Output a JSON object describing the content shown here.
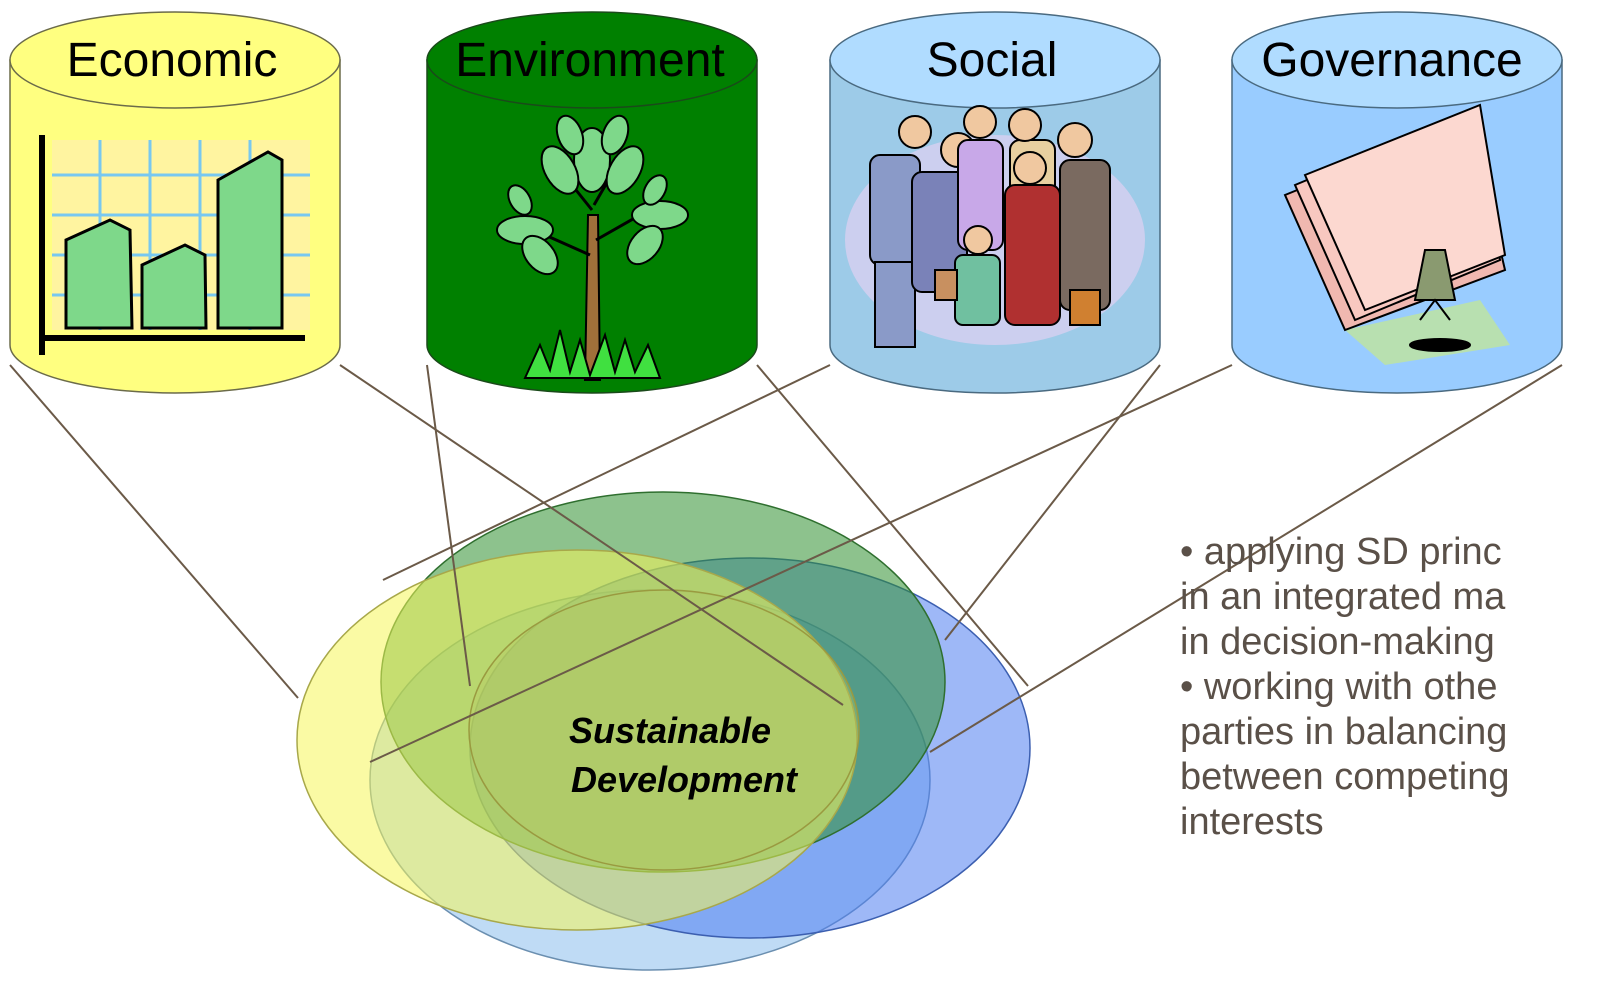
{
  "pillars": [
    {
      "label": "Economic",
      "color": "#ffff80"
    },
    {
      "label": "Environment",
      "color": "#008000"
    },
    {
      "label": "Social",
      "color": "#9dcbe8"
    },
    {
      "label": "Governance",
      "color": "#99ccff"
    }
  ],
  "center_label_line1": "Sustainable",
  "center_label_line2": "Development",
  "notes": {
    "line1": "• applying SD princ",
    "line2": "in an integrated ma",
    "line3": "in decision-making",
    "line4": "• working with othe",
    "line5": "parties in balancing",
    "line6": "between competing",
    "line7": "interests"
  },
  "colors": {
    "connector": "#6b5a48",
    "venn_yellow": "#f5f55a",
    "venn_green": "#3d9a3d",
    "venn_blue": "#4f7df0",
    "venn_lightblue": "#9dc8f0",
    "notes_text": "#5a5048"
  }
}
